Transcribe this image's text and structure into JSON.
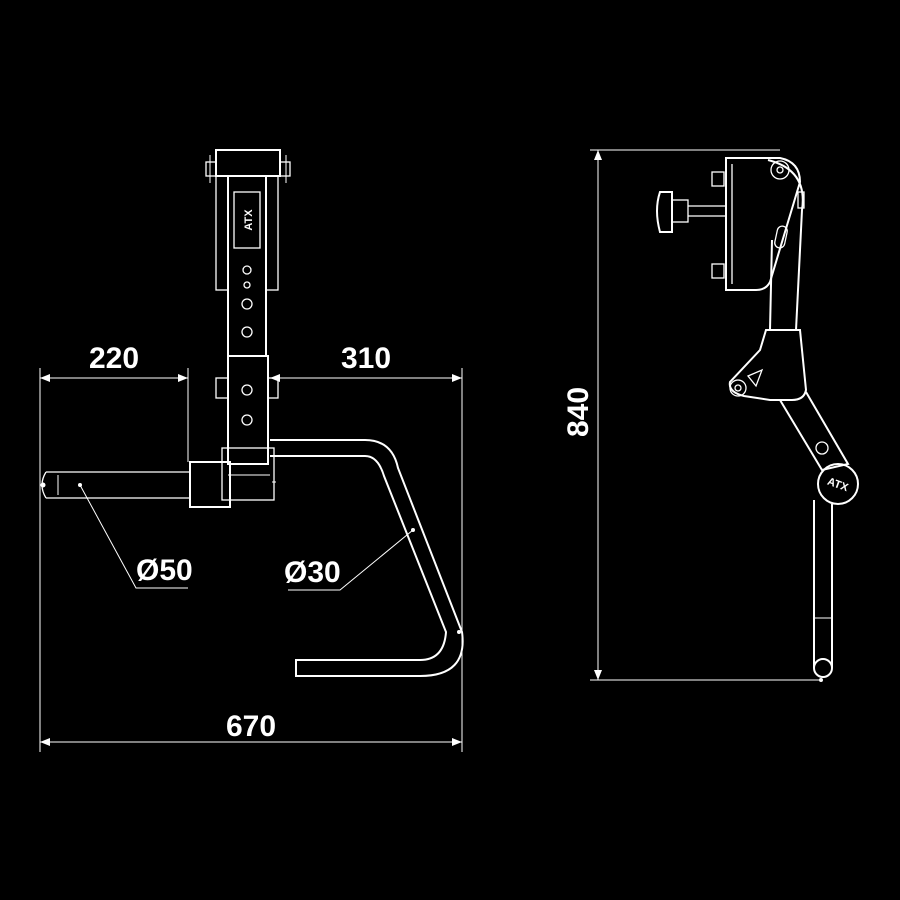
{
  "dimensions": {
    "left_offset": "220",
    "right_offset": "310",
    "total_width": "670",
    "height": "840"
  },
  "callouts": {
    "handle_diameter": "Ø50",
    "bar_diameter": "Ø30"
  },
  "logos": {
    "front": "ATX",
    "side": "ATX"
  },
  "colors": {
    "background": "#000000",
    "line": "#ffffff"
  }
}
